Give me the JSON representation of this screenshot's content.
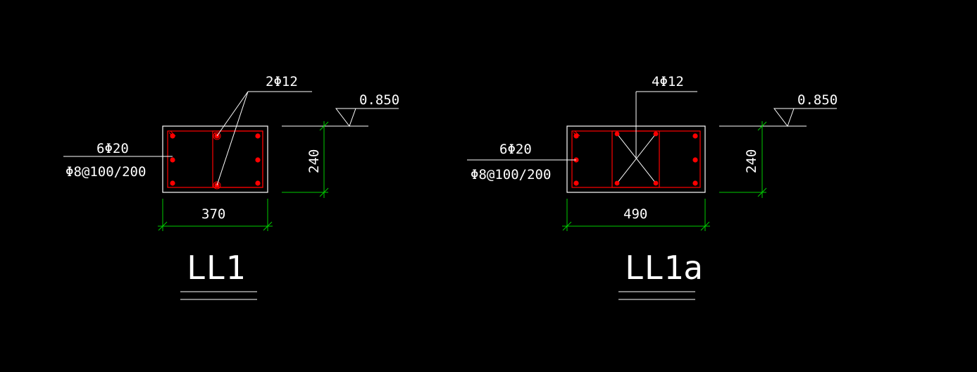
{
  "colors": {
    "background": "#000000",
    "outline": "#ffffff",
    "rebar": "#ff0000",
    "dimension": "#00cc00",
    "text": "#ffffff"
  },
  "sections": [
    {
      "title": "LL1",
      "width_label": "370",
      "height_label": "240",
      "elevation": "0.850",
      "top_bars": "2Φ12",
      "main_bars": "6Φ20",
      "stirrups": "Φ8@100/200"
    },
    {
      "title": "LL1a",
      "width_label": "490",
      "height_label": "240",
      "elevation": "0.850",
      "top_bars": "4Φ12",
      "main_bars": "6Φ20",
      "stirrups": "Φ8@100/200"
    }
  ]
}
